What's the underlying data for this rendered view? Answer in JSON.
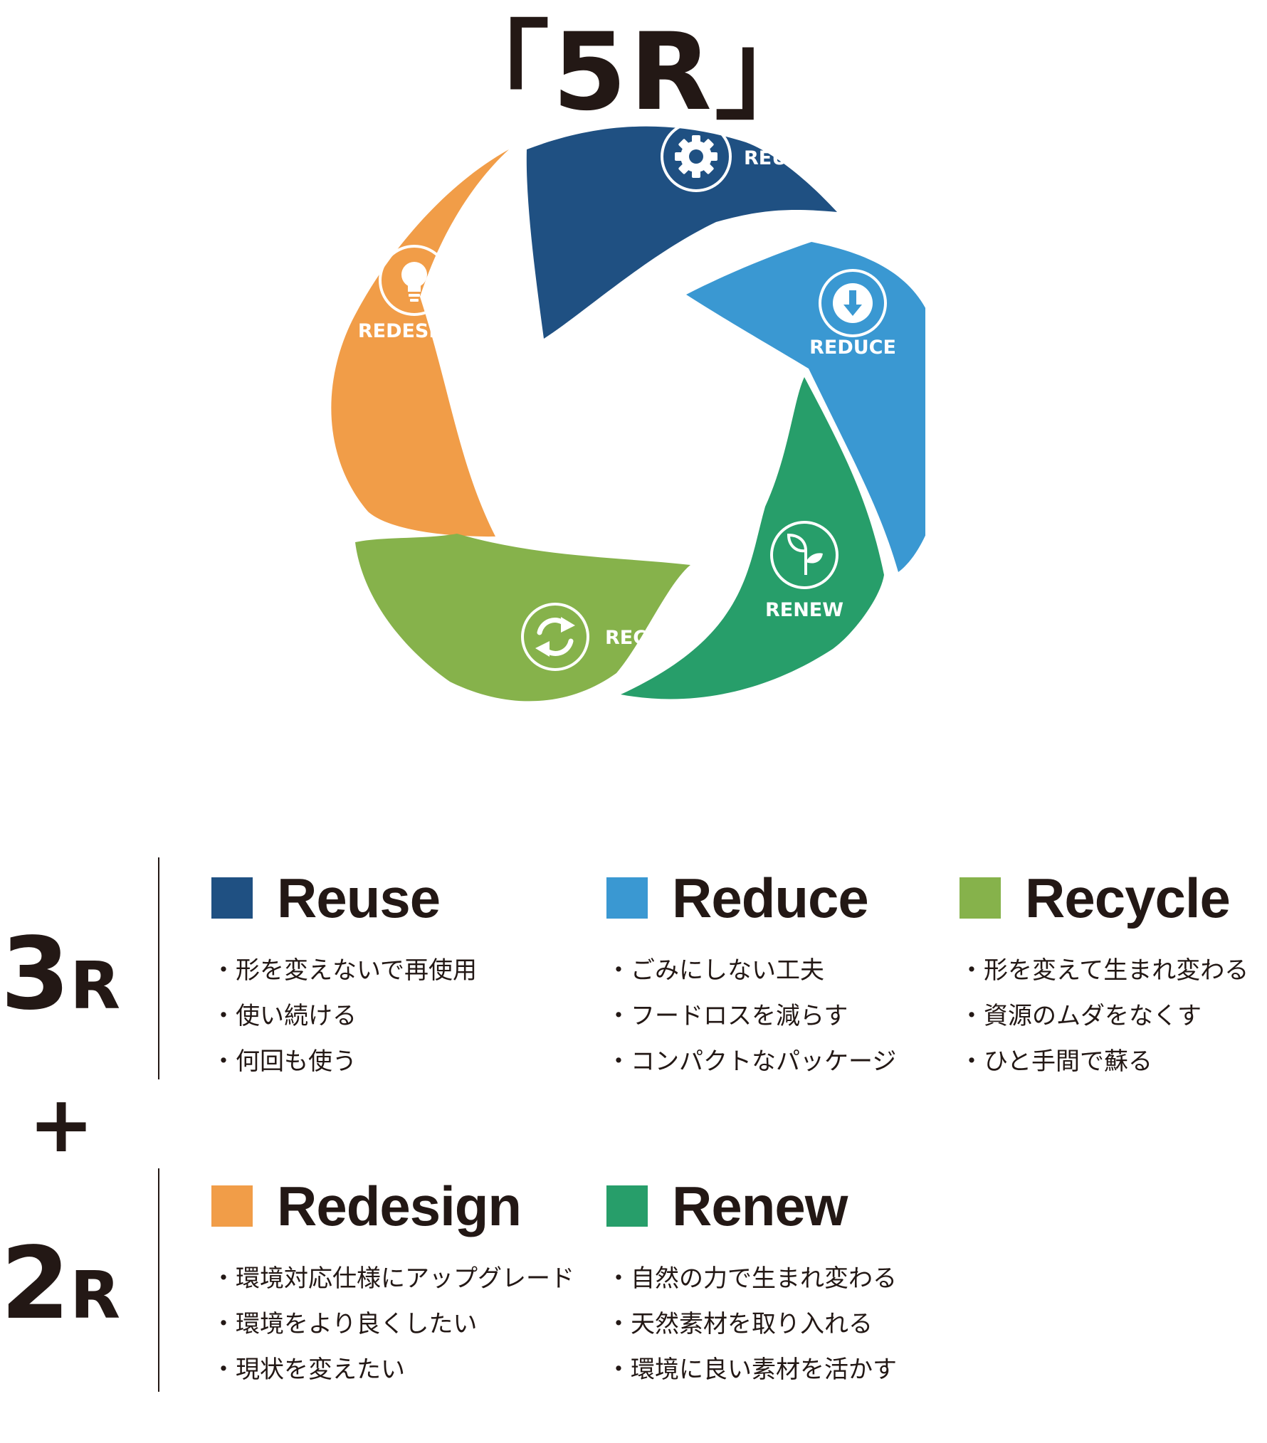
{
  "title": "「5R」",
  "wheel": {
    "segments": [
      {
        "id": "reuse",
        "label": "REUSE",
        "color": "#1f5082",
        "icon": "gear-icon"
      },
      {
        "id": "reduce",
        "label": "REDUCE",
        "color": "#3a98d2",
        "icon": "arrow-down-circle-icon"
      },
      {
        "id": "renew",
        "label": "RENEW",
        "color": "#279e6a",
        "icon": "sprout-icon"
      },
      {
        "id": "recycle",
        "label": "RECYCLE",
        "color": "#86b24b",
        "icon": "recycle-arrows-icon"
      },
      {
        "id": "redesign",
        "label": "REDESIGN",
        "color": "#f19d48",
        "icon": "light-bulb-icon"
      }
    ]
  },
  "groups": {
    "three_r": {
      "number": "3",
      "letter": "R"
    },
    "plus": "+",
    "two_r": {
      "number": "2",
      "letter": "R"
    }
  },
  "items": {
    "reuse": {
      "name": "Reuse",
      "color": "#1f5082",
      "points": [
        "形を変えないで再使用",
        "使い続ける",
        "何回も使う"
      ]
    },
    "reduce": {
      "name": "Reduce",
      "color": "#3a98d2",
      "points": [
        "ごみにしない工夫",
        "フードロスを減らす",
        "コンパクトなパッケージ"
      ]
    },
    "recycle": {
      "name": "Recycle",
      "color": "#86b24b",
      "points": [
        "形を変えて生まれ変わる",
        "資源のムダをなくす",
        "ひと手間で蘇る"
      ]
    },
    "redesign": {
      "name": "Redesign",
      "color": "#f19d48",
      "points": [
        "環境対応仕様にアップグレード",
        "環境をより良くしたい",
        "現状を変えたい"
      ]
    },
    "renew": {
      "name": "Renew",
      "color": "#279e6a",
      "points": [
        "自然の力で生まれ変わる",
        "天然素材を取り入れる",
        "環境に良い素材を活かす"
      ]
    }
  }
}
